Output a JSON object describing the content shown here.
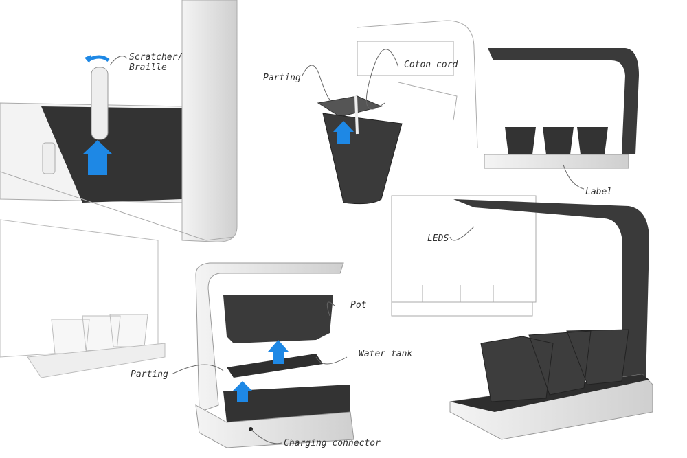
{
  "labels": {
    "scratcher": "Scratcher/\nBraille",
    "parting_top": "Parting",
    "coton_cord": "Coton cord",
    "label": "Label",
    "leds": "LEDS",
    "pot": "Pot",
    "water_tank": "Water tank",
    "parting_bottom": "Parting",
    "charging_connector": "Charging connector"
  },
  "colors": {
    "body": "#3a3a3a",
    "arrow": "#1e88e5",
    "sketch": "#9a9a9a"
  }
}
